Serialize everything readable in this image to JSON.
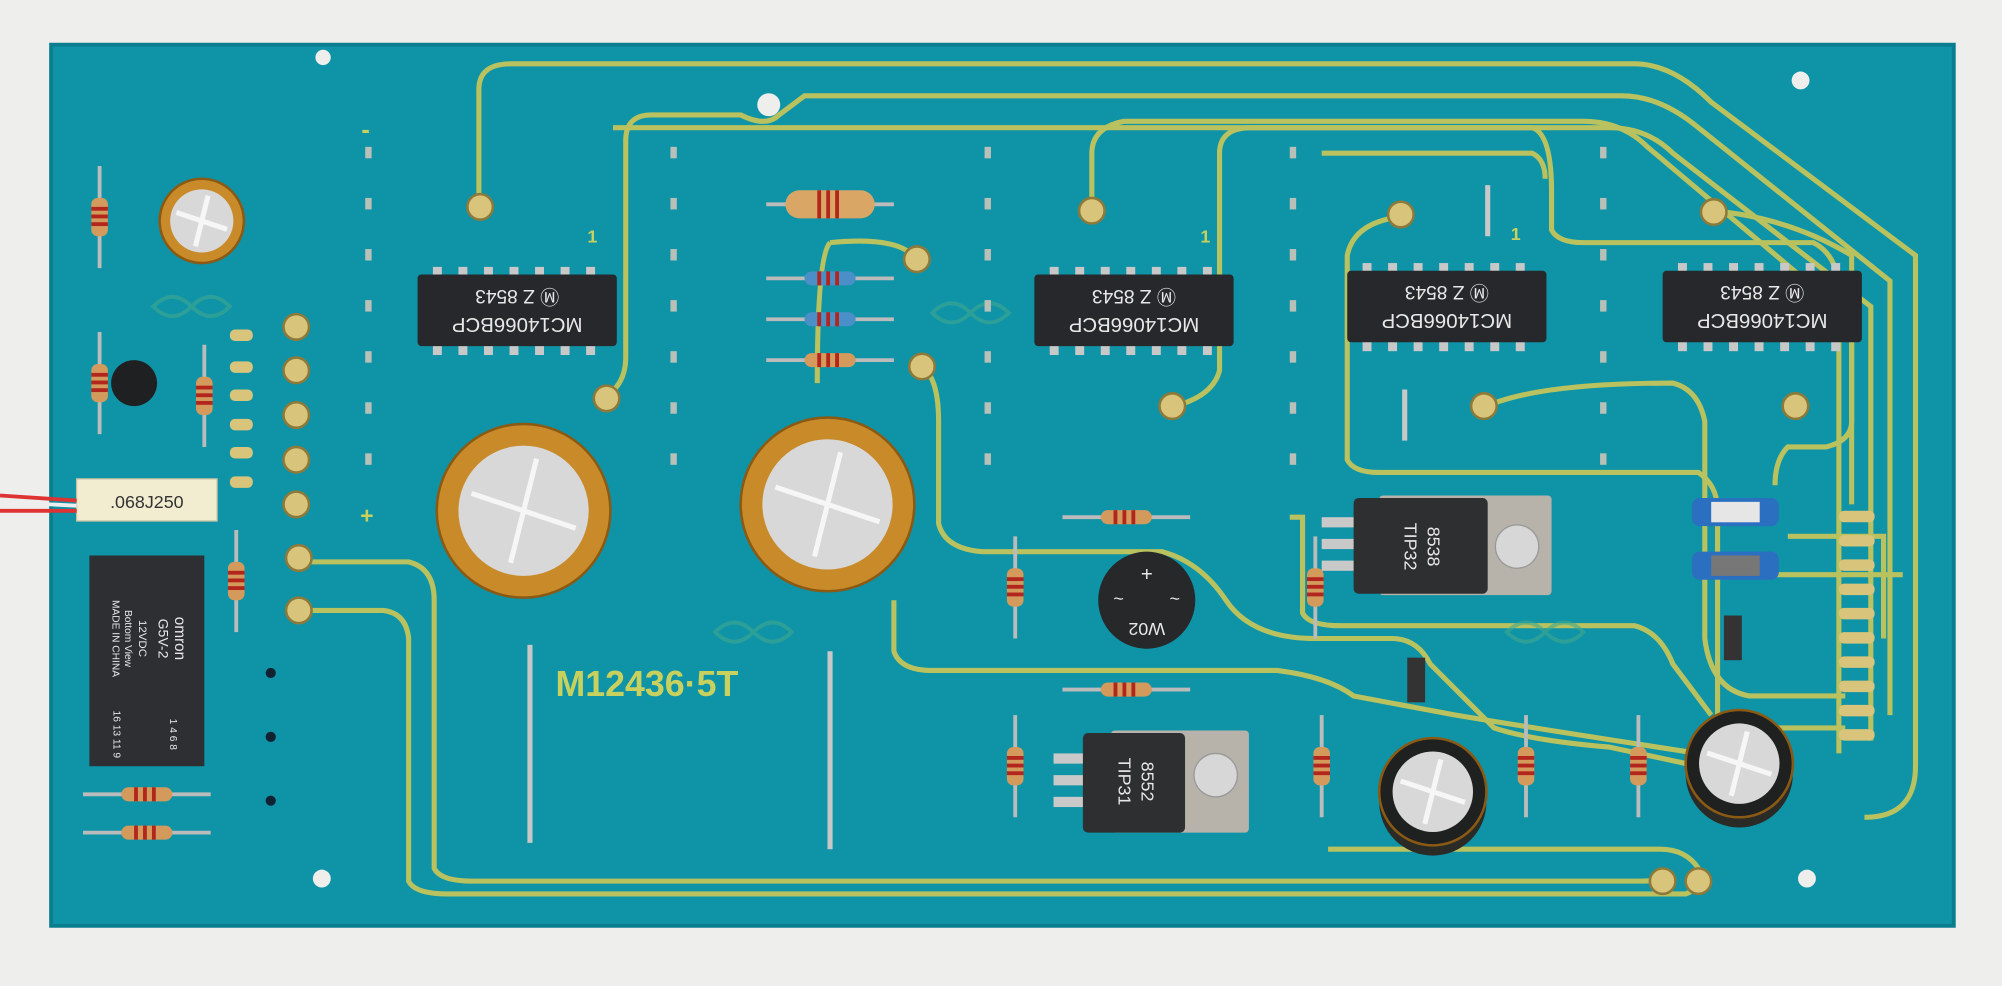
{
  "board": {
    "part_number": "M12436·5T",
    "pin1_marks": [
      "1",
      "1",
      "1"
    ],
    "polarity_minus": "-",
    "polarity_plus": "+",
    "colors": {
      "board": "#0f93a6",
      "trace": "#b9c25e",
      "background": "#eeeeec"
    }
  },
  "ics": [
    {
      "part": "MC14066BCP",
      "code": "Ⓜ Z 8543"
    },
    {
      "part": "MC14066BCP",
      "code": "Ⓜ Z 8543"
    },
    {
      "part": "MC14066BCP",
      "code": "Ⓜ Z 8543"
    },
    {
      "part": "MC14066BCP",
      "code": "Ⓜ Z 8543"
    }
  ],
  "transistors": [
    {
      "part": "TIP32",
      "code": "8538"
    },
    {
      "part": "TIP31",
      "code": "8552"
    }
  ],
  "bridge": {
    "part": "W02",
    "plus": "+",
    "ac": "~"
  },
  "film_cap": {
    "label": ".068J250"
  },
  "relay": {
    "brand": "omron",
    "model": "G5V-2",
    "voltage": "12VDC",
    "view": "Bottom View",
    "origin": "MADE IN CHINA",
    "pins_left": "16 13 11 9",
    "pins_right": "1 4 6 8"
  }
}
